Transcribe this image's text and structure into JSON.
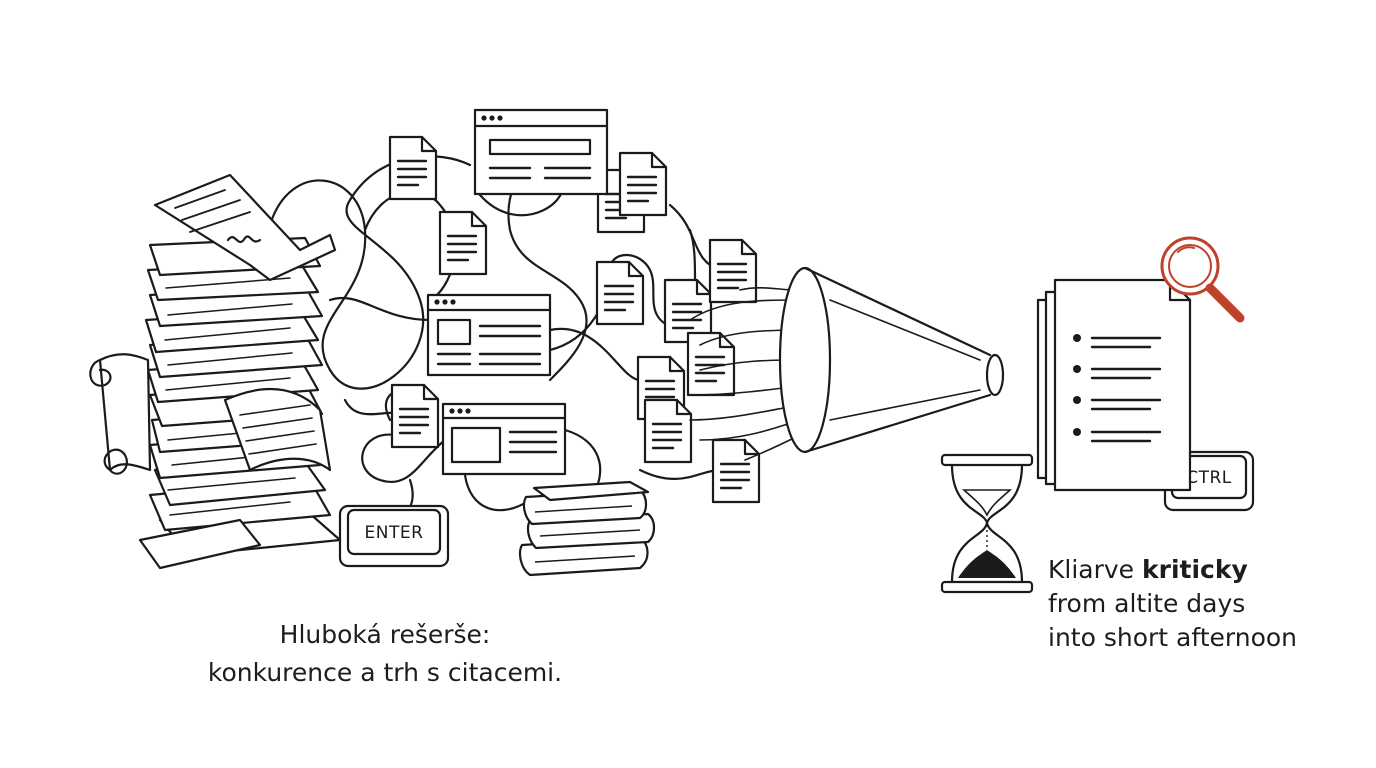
{
  "keys": {
    "enter": "ENTER",
    "ctrl": "CTRL"
  },
  "left_caption": {
    "line1": "Hluboká rešerše:",
    "line2": "konkurence a trh s citacemi."
  },
  "right_caption": {
    "line1_regular": "Kliarve ",
    "line1_bold": "kriticky",
    "line2": "from altite days",
    "line3": "into short afternoon"
  },
  "colors": {
    "ink": "#1b1b1b",
    "magnifier": "#c0412b",
    "background": "#ffffff"
  },
  "icons": [
    "document-stack-icon",
    "scroll-icon",
    "browser-window-icon",
    "document-icon",
    "book-stack-icon",
    "funnel-icon",
    "hourglass-icon",
    "magnifier-icon",
    "keyboard-key-icon"
  ]
}
